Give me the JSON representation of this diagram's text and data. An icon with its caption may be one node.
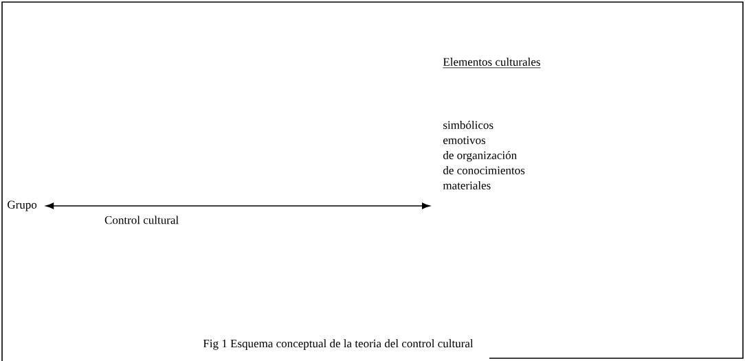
{
  "diagram": {
    "caption": "Fig 1 Esquema conceptual de la teoria del control cultural",
    "nodes": [
      {
        "text": [
          "Grupo"
        ]
      },
      {
        "text": [
          "Elementos culturales",
          "simbólicos",
          "emotivos",
          "de organización",
          "de conocimientos",
          "materiales"
        ]
      }
    ],
    "edges": [
      {
        "from": 0,
        "to": 1,
        "arrow": "both",
        "label": "Control cultural"
      }
    ]
  }
}
